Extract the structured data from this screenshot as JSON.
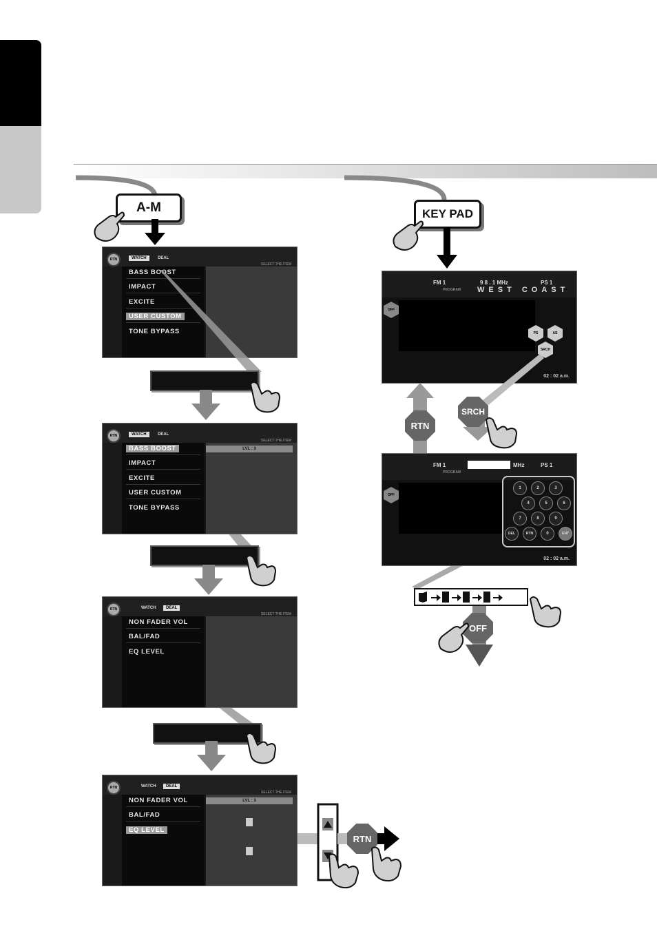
{
  "keys": {
    "am": "A-M",
    "keypad": "KEY PAD",
    "rtn": "RTN",
    "srch": "SRCH",
    "off": "OFF"
  },
  "screen_tabs": [
    "WATCH",
    "DEAL"
  ],
  "screen_rtn": "RTN",
  "screen_caption": "SELECT THE ITEM",
  "menu_a": [
    "BASS BOOST",
    "IMPACT",
    "EXCITE",
    "USER CUSTOM",
    "TONE BYPASS"
  ],
  "menu_b": [
    "NON FADER VOL",
    "BAL/FAD",
    "EQ LEVEL"
  ],
  "level_label": "LVL : 3",
  "radio": {
    "band": "FM 1",
    "freq": "9 8 . 1 MHz",
    "ps": "PS 1",
    "program_label": "PROGRAM",
    "station": "WEST COAST",
    "freq_unit": "MHz",
    "time": "02 : 02 a.m.",
    "buttons": [
      "PS",
      "AS",
      "SRCH",
      "OFF"
    ],
    "keypad_keys": [
      "1",
      "2",
      "3",
      "4",
      "5",
      "6",
      "7",
      "8",
      "9",
      "DEL",
      "RTN",
      "0",
      "ENT"
    ]
  },
  "colors": {
    "screen_bg": "#1a1a1a",
    "selection": "#9a9a9a",
    "button": "#666666"
  },
  "icons": [
    "hand-pointer-icon",
    "arrow-down-icon",
    "arrow-up-icon",
    "arrow-right-icon",
    "triangle-up-icon",
    "triangle-down-icon"
  ]
}
